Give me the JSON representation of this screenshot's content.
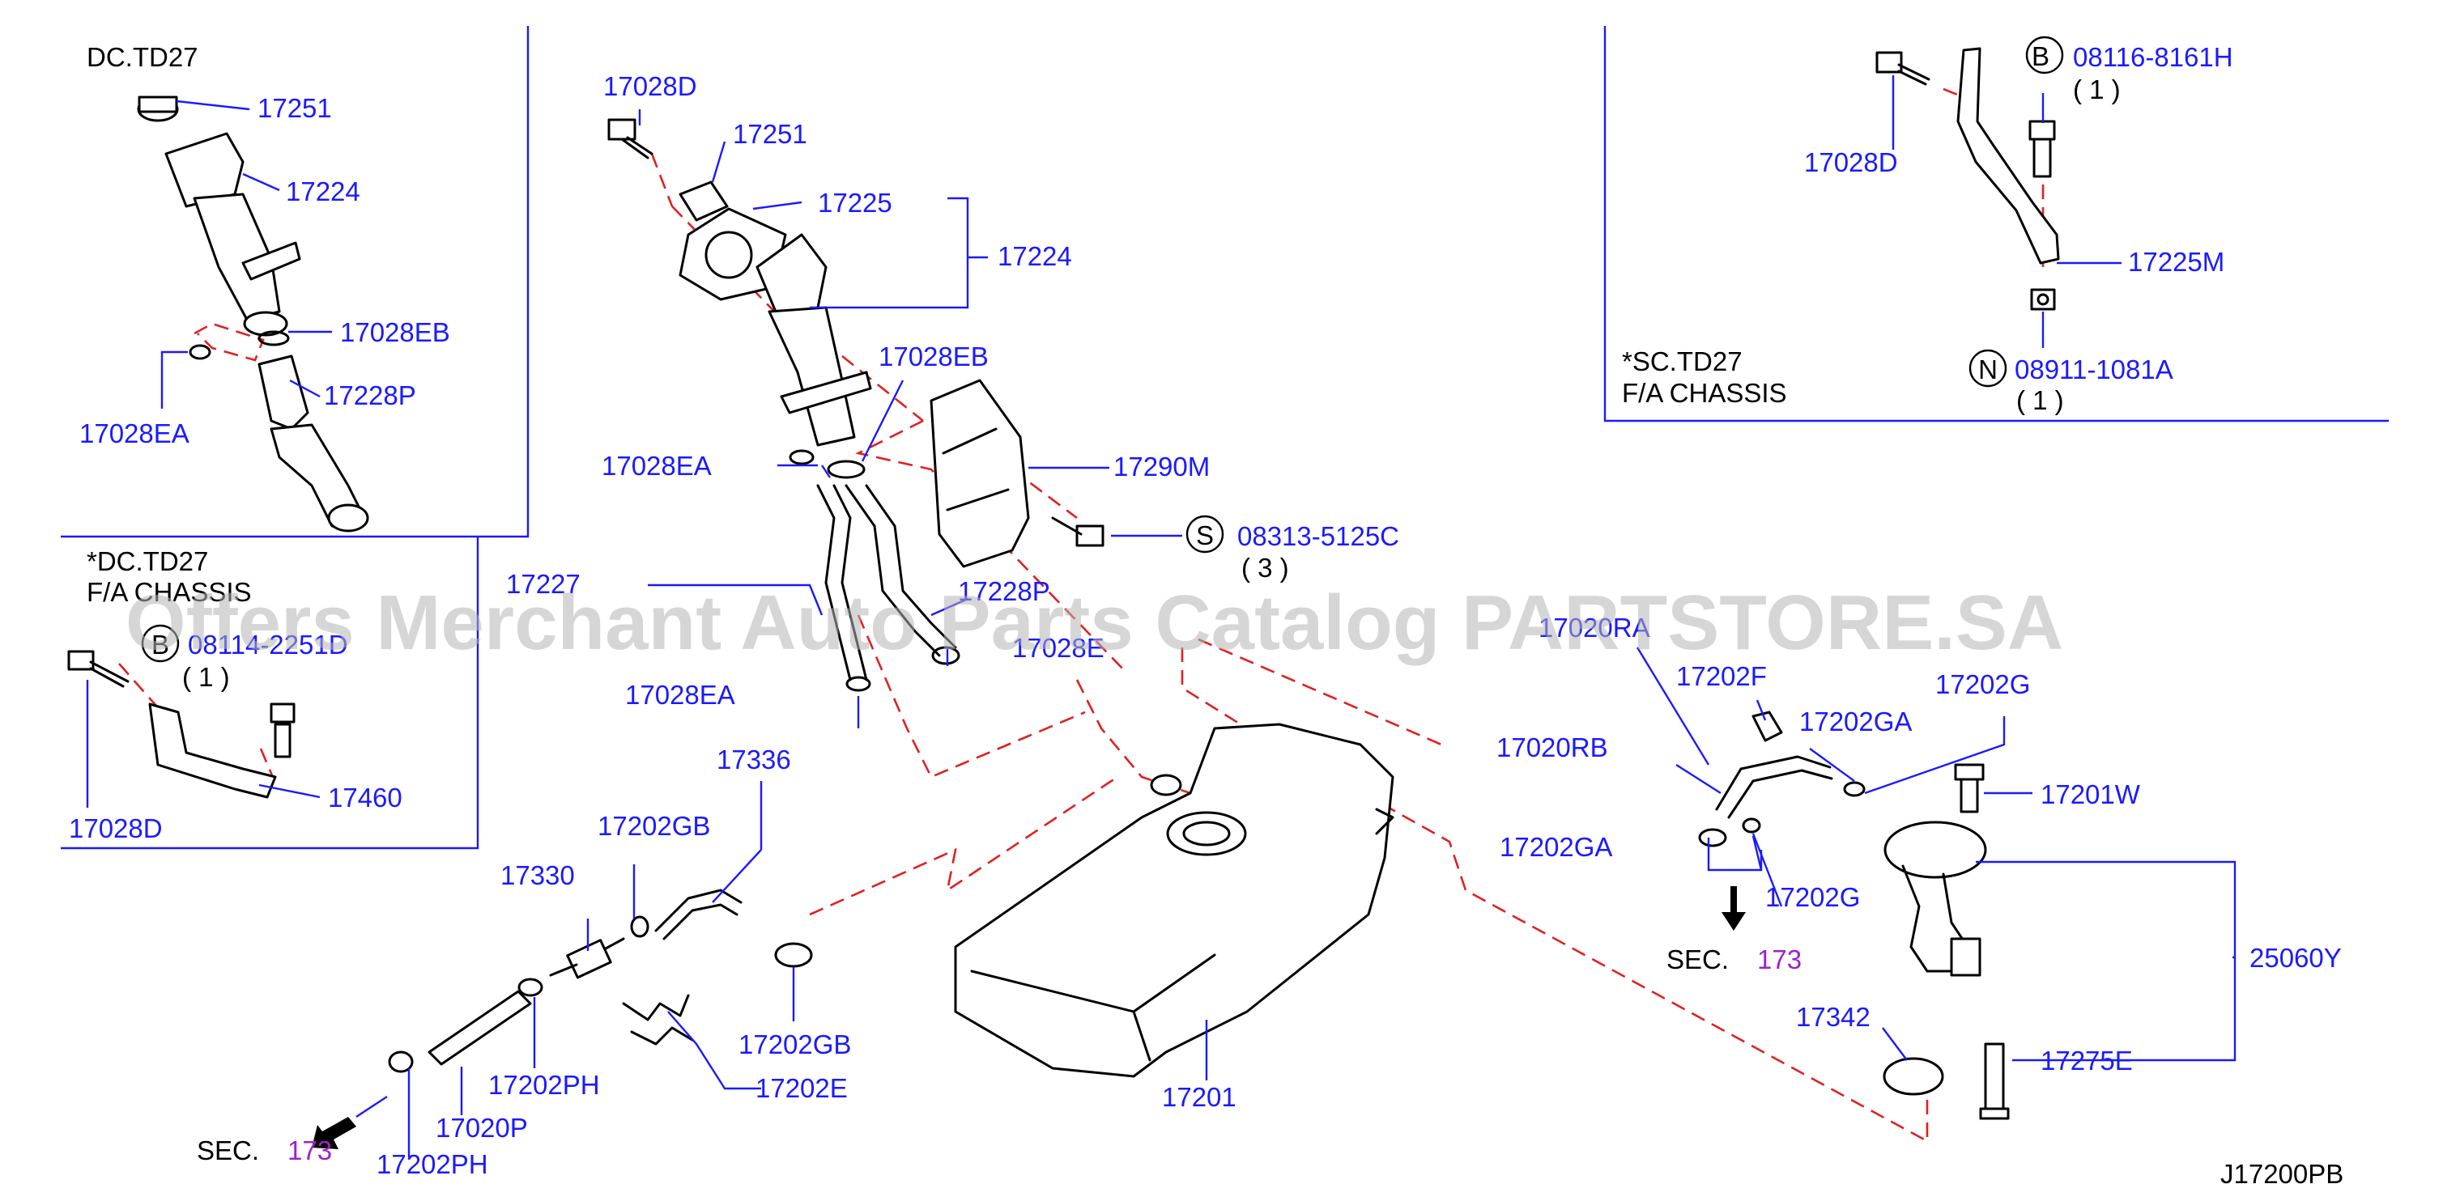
{
  "diagram_code": "J17200PB",
  "watermark": "Offers Merchant Auto Parts Catalog PARTSTORE.SA",
  "sec_prefix": "SEC.",
  "sec_number": "173",
  "insets": {
    "dc_td27": {
      "title": "DC.TD27"
    },
    "dc_td27_fa": {
      "title_1": "*DC.TD27",
      "title_2": "F/A  CHASSIS"
    },
    "sc_td27_fa": {
      "title_1": "*SC.TD27",
      "title_2": "F/A   CHASSIS"
    }
  },
  "std_parts": {
    "b1": {
      "letter": "B",
      "number": "08116-8161H",
      "qty": "( 1 )"
    },
    "n1": {
      "letter": "N",
      "number": "08911-1081A",
      "qty": "( 1 )"
    },
    "s1": {
      "letter": "S",
      "number": "08313-5125C",
      "qty": "( 3 )"
    },
    "b2": {
      "letter": "B",
      "number": "08114-2251D",
      "qty": "( 1 )"
    }
  },
  "parts": {
    "p17251_a": "17251",
    "p17224_a": "17224",
    "p17028EB_a": "17028EB",
    "p17228P_a": "17228P",
    "p17028EA_a": "17028EA",
    "p17028D_a": "17028D",
    "p17460": "17460",
    "p17028D_b": "17028D",
    "p17251_b": "17251",
    "p17225": "17225",
    "p17224_b": "17224",
    "p17028EB_b": "17028EB",
    "p17290M": "17290M",
    "p17028EA_b": "17028EA",
    "p17227": "17227",
    "p17228P_b": "17228P",
    "p17028E": "17028E",
    "p17028EA_c": "17028EA",
    "p17336": "17336",
    "p17202GB_a": "17202GB",
    "p17330": "17330",
    "p17202GB_b": "17202GB",
    "p17202PH_a": "17202PH",
    "p17202E": "17202E",
    "p17020P": "17020P",
    "p17202PH_b": "17202PH",
    "p17201": "17201",
    "p17028D_c": "17028D",
    "p17225M": "17225M",
    "p17020RA": "17020RA",
    "p17202F": "17202F",
    "p17202G_a": "17202G",
    "p17020RB": "17020RB",
    "p17202GA_a": "17202GA",
    "p17202GA_b": "17202GA",
    "p17202G_b": "17202G",
    "p17201W": "17201W",
    "p25060Y": "25060Y",
    "p17342": "17342",
    "p17275E": "17275E"
  }
}
